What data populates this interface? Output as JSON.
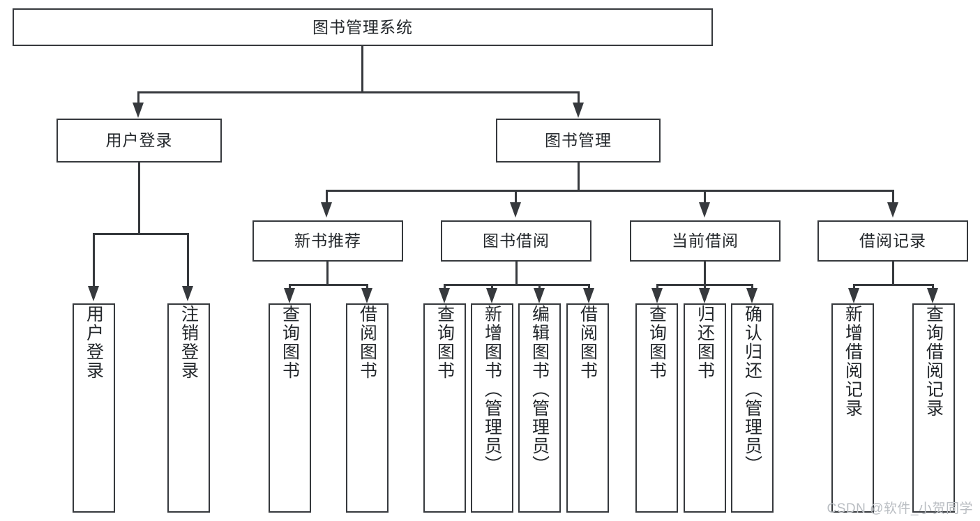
{
  "diagram": {
    "type": "tree-hierarchy",
    "title": "图书管理系统",
    "watermark": "CSDN @软件_小贺同学",
    "colors": {
      "stroke": "#36393d",
      "text": "#23272b",
      "background": "#ffffff",
      "watermark": "#b9bdc2"
    },
    "root": {
      "label": "图书管理系统"
    },
    "level2": [
      {
        "label": "用户登录"
      },
      {
        "label": "图书管理"
      }
    ],
    "level3": [
      {
        "label": "新书推荐"
      },
      {
        "label": "图书借阅"
      },
      {
        "label": "当前借阅"
      },
      {
        "label": "借阅记录"
      }
    ],
    "leaves": {
      "user_login": [
        {
          "label": "用户登录"
        },
        {
          "label": "注销登录"
        }
      ],
      "new_book_recommend": [
        {
          "label": "查询图书"
        },
        {
          "label": "借阅图书"
        }
      ],
      "book_borrow": [
        {
          "label": "查询图书"
        },
        {
          "label": "新增图书（管理员）"
        },
        {
          "label": "编辑图书（管理员）"
        },
        {
          "label": "借阅图书"
        }
      ],
      "current_borrow": [
        {
          "label": "查询图书"
        },
        {
          "label": "归还图书"
        },
        {
          "label": "确认归还（管理员）"
        }
      ],
      "borrow_records": [
        {
          "label": "新增借阅记录"
        },
        {
          "label": "查询借阅记录"
        }
      ]
    }
  }
}
